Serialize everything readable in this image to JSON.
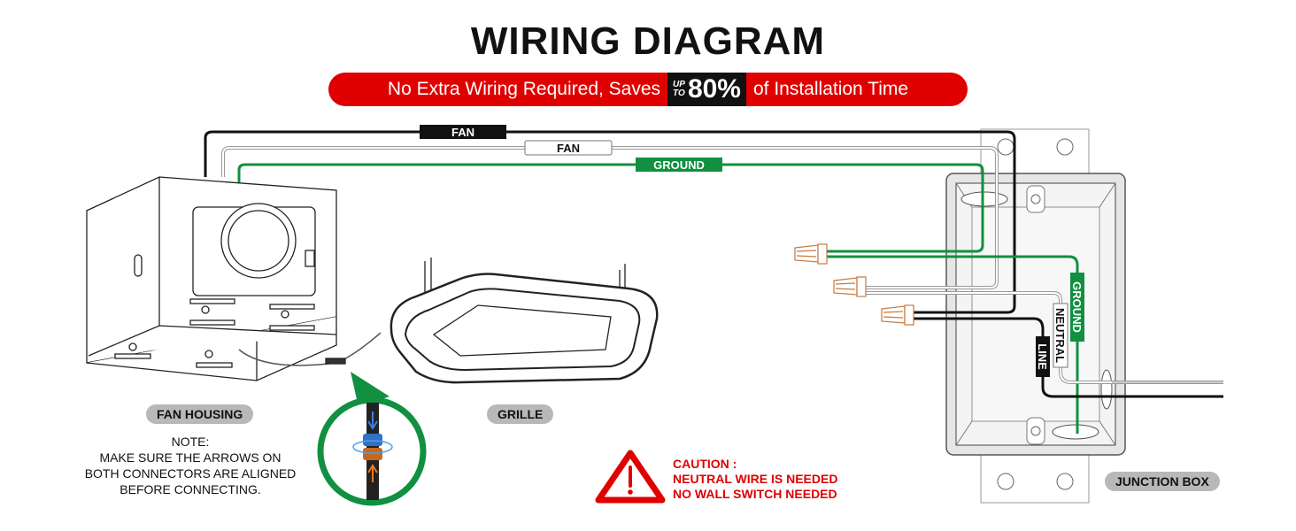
{
  "header": {
    "title": "WIRING DIAGRAM",
    "banner_prefix": "No Extra Wiring Required, Saves",
    "banner_up": "UP",
    "banner_to": "TO",
    "banner_percent": "80%",
    "banner_suffix": "of Installation Time"
  },
  "wires": {
    "fan_black": "FAN",
    "fan_white": "FAN",
    "ground_top": "GROUND",
    "ground_box": "GROUND",
    "neutral": "NEUTRAL",
    "line": "LINE"
  },
  "labels": {
    "fan_housing": "FAN HOUSING",
    "grille": "GRILLE",
    "junction_box": "JUNCTION BOX"
  },
  "note": {
    "heading": "NOTE:",
    "line1": "MAKE SURE THE ARROWS ON",
    "line2": "BOTH CONNECTORS ARE ALIGNED",
    "line3": "BEFORE CONNECTING."
  },
  "caution": {
    "heading": "CAUTION :",
    "line1": "NEUTRAL WIRE IS NEEDED",
    "line2": "NO WALL SWITCH NEEDED"
  },
  "colors": {
    "accent_red": "#e00000",
    "ground_green": "#109040",
    "wire_black": "#111111",
    "wire_nut_orange": "#c8783c",
    "pill_gray": "#b8b8b8"
  }
}
